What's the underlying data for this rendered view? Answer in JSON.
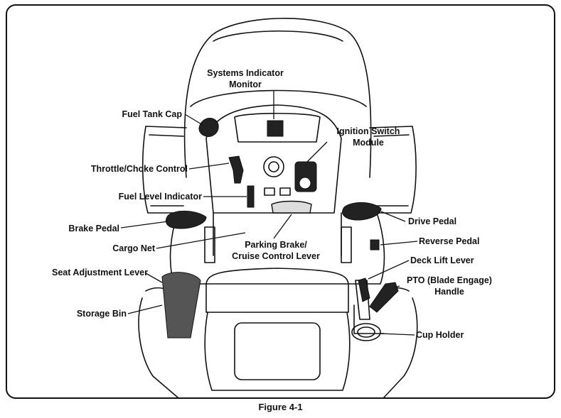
{
  "figure": {
    "caption": "Figure 4-1",
    "labels": {
      "systems_indicator_monitor": [
        "Systems Indicator",
        "Monitor"
      ],
      "fuel_tank_cap": "Fuel Tank Cap",
      "ignition_switch_module": [
        "Ignition Switch",
        "Module"
      ],
      "throttle_choke_control": "Throttle/Choke Control",
      "fuel_level_indicator": "Fuel Level Indicator",
      "drive_pedal": "Drive Pedal",
      "brake_pedal": "Brake Pedal",
      "reverse_pedal": "Reverse Pedal",
      "cargo_net": "Cargo Net",
      "parking_brake": [
        "Parking Brake/",
        "Cruise Control Lever"
      ],
      "deck_lift_lever": "Deck Lift Lever",
      "seat_adjustment_lever": "Seat Adjustment Lever",
      "pto_handle": [
        "PTO (Blade Engage)",
        "Handle"
      ],
      "storage_bin": "Storage Bin",
      "cup_holder": "Cup Holder"
    }
  }
}
